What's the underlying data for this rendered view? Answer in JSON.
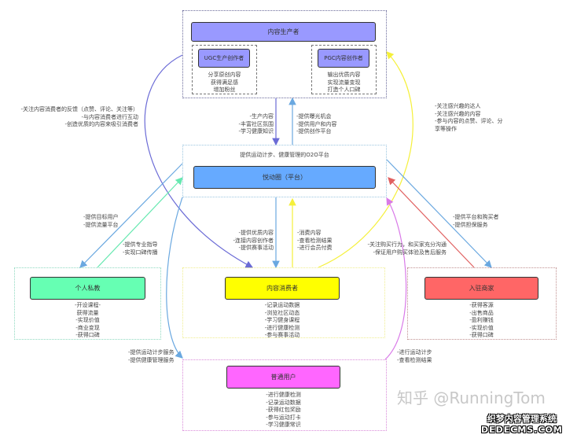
{
  "producer": {
    "title": "内容生产者",
    "ugc": {
      "title": "UGC生产创作者",
      "items": [
        "分享原创内容",
        "获得满足感",
        "增加粉丝"
      ]
    },
    "pgc": {
      "title": "PGC内容创作者",
      "items": [
        "输出优质内容",
        "实现流量变现",
        "打造个人口碑"
      ]
    },
    "color": "#9999ff"
  },
  "platform": {
    "caption": "提供运动计步、健康管理的O2O平台",
    "title": "悦动圈（平台）",
    "color": "#66aaff"
  },
  "trainer": {
    "title": "个人私教",
    "items": [
      "-开设课程-",
      "获得流量",
      "-实现价值",
      "-商业变现",
      "-获得口碑"
    ],
    "color": "#66ffb3"
  },
  "consumer": {
    "title": "内容消费者",
    "items": [
      "-记录运动数据",
      "-浏览社区动态",
      "-学习健身课程",
      "-进行健康检测",
      "-参与赛事活动"
    ],
    "color": "#ffff00"
  },
  "merchant": {
    "title": "入驻商家",
    "items": [
      "-获得客源",
      "-出售商品",
      "-盈利赚钱",
      "-实现价值",
      "-获得口碑"
    ],
    "color": "#ff6666"
  },
  "user": {
    "title": "普通用户",
    "items": [
      "-进行健康检测",
      "-记录运动数据",
      "-获得红包奖励",
      "-参与运动打卡",
      "-学习健康常识"
    ],
    "color": "#ff66ff"
  },
  "edges": {
    "producer_to_platform": [
      "-生产内容",
      "-丰富社区氛围",
      "-学习健康知识"
    ],
    "platform_to_producer": [
      "-提供曝光机会",
      "-提供用户和内容",
      "-提供创作平台"
    ],
    "producer_to_consumer": [
      "-关注内容消费者的反馈（点赞、评论、关注等）",
      "-与内容消费者进行互动",
      "-创造优质的内容来吸引消费者"
    ],
    "platform_to_trainer": [
      "-提供目标用户",
      "-提供流量平台"
    ],
    "trainer_to_platform": [
      "-提供专业指导",
      "-实现口碑传播"
    ],
    "platform_to_consumer": [
      "-提供优质内容",
      "-连接内容创作者",
      "-提供赛事活动"
    ],
    "consumer_to_platform": [
      "-消费内容",
      "-查看检测结果",
      "-进行会员付费"
    ],
    "consumer_to_producer": [
      "-关注感兴趣的达人",
      "-关注感兴趣的内容",
      "-参与内容的点赞、评论、分",
      "享等操作"
    ],
    "platform_to_merchant": [
      "-提供平台和购买者",
      "-提供担保服务"
    ],
    "merchant_to_platform": [
      "-关注购买行为，和买家充分沟通",
      "-保证用户购买体验及售后服务"
    ],
    "platform_to_user": [
      "-提供运动计步服务",
      "-提供健康管理服务"
    ],
    "user_to_platform": [
      "-进行运动计步",
      "-查看检测结果"
    ]
  },
  "watermark": {
    "text": "知乎 @RunningTom",
    "logo_line1": "织梦内容管理系统",
    "logo_line2": "DEDECMS.COM"
  }
}
